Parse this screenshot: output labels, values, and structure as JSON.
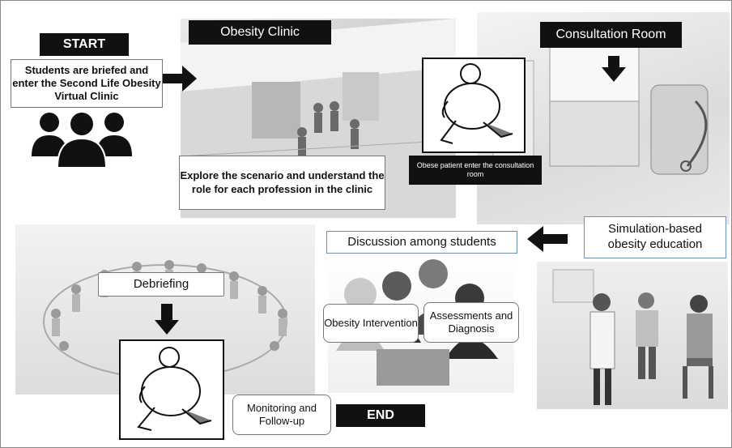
{
  "start": {
    "label": "START"
  },
  "intro": {
    "text": "Students are briefed and enter the Second Life Obesity Virtual Clinic"
  },
  "clinic": {
    "label": "Obesity Clinic"
  },
  "explore": {
    "text": "Explore the scenario and understand the role for each profession in the clinic"
  },
  "patient": {
    "caption": "Obese patient enter the consultation room"
  },
  "consultation": {
    "label": "Consultation Room"
  },
  "simulation": {
    "text": "Simulation-based obesity education"
  },
  "discussion": {
    "label": "Discussion among students"
  },
  "intervention": {
    "text": "Obesity Intervention"
  },
  "assessments": {
    "text": "Assessments and Diagnosis"
  },
  "debriefing": {
    "label": "Debriefing"
  },
  "monitoring": {
    "text": "Monitoring and Follow-up"
  },
  "end": {
    "label": "END"
  },
  "colors": {
    "arrow": "#111111",
    "label_bg": "#111111",
    "blue_border": "#6d8fb8"
  }
}
